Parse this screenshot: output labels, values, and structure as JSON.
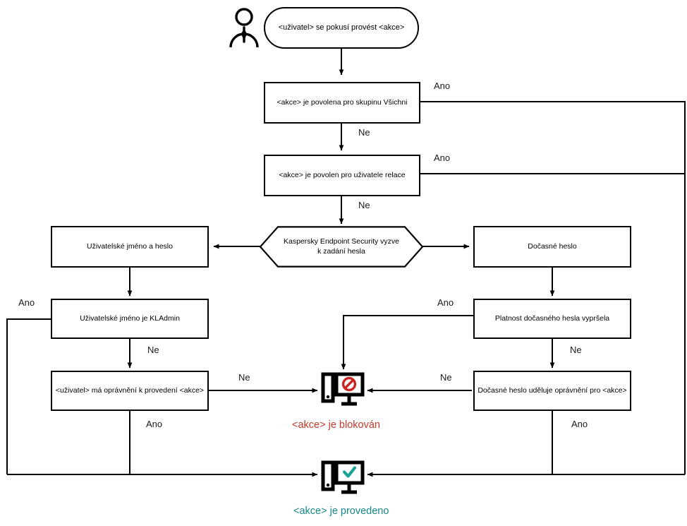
{
  "diagram": {
    "title": "Password protection decision flow",
    "language": "cs",
    "colors": {
      "line": "#000000",
      "text": "#000000",
      "blocked": "#c0392b",
      "done": "#17868c",
      "background": "#ffffff"
    },
    "actor": {
      "icon": "person-icon",
      "name": "user-actor"
    },
    "start": {
      "label": "<uživatel> se pokusí provést <akce>"
    },
    "decisions": [
      {
        "id": "all-users",
        "label": "<akce> je povolena pro skupinu Všichni",
        "yes": "Ano",
        "no": "Ne"
      },
      {
        "id": "session-user",
        "label": "<akce> je povolen pro uživatele relace",
        "yes": "Ano",
        "no": "Ne"
      }
    ],
    "prompt": {
      "label": "Kaspersky Endpoint Security vyzve k zadání hesla"
    },
    "left_branch": [
      {
        "id": "username-password",
        "label": "Uživatelské jméno a heslo"
      },
      {
        "id": "is-kladmin",
        "label": "Uživatelské jméno je KLAdmin",
        "yes": "Ano",
        "no": "Ne"
      },
      {
        "id": "has-permission",
        "label": "<uživatel> má oprávnění k provedení <akce>",
        "yes": "Ano",
        "no": "Ne"
      }
    ],
    "right_branch": [
      {
        "id": "temp-password",
        "label": "Dočasné heslo"
      },
      {
        "id": "temp-expired",
        "label": "Platnost dočasného hesla vypršela",
        "yes": "Ano",
        "no": "Ne"
      },
      {
        "id": "temp-grants",
        "label": "Dočasné heslo uděluje oprávnění pro <akce>",
        "yes": "Ano",
        "no": "Ne"
      }
    ],
    "outcomes": {
      "blocked": {
        "label": "<akce> je blokován",
        "icon": "computer-blocked-icon"
      },
      "done": {
        "label": "<akce> je provedeno",
        "icon": "computer-check-icon"
      }
    },
    "edge_labels": {
      "ano_all_users": "Ano",
      "ne_all_users": "Ne",
      "ano_session_user": "Ano",
      "ne_session_user": "Ne",
      "ano_kladmin": "Ano",
      "ne_kladmin": "Ne",
      "ne_permission": "Ne",
      "ano_permission": "Ano",
      "ano_expired": "Ano",
      "ne_expired": "Ne",
      "ne_grants": "Ne",
      "ano_grants": "Ano"
    }
  }
}
